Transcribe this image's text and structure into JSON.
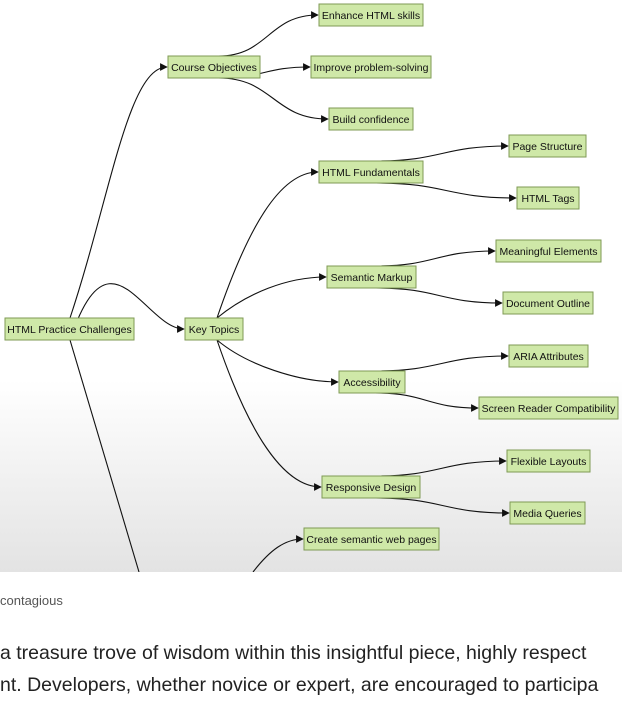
{
  "diagram": {
    "nodes": [
      {
        "id": "root",
        "label": "HTML Practice Challenges"
      },
      {
        "id": "obj",
        "label": "Course Objectives"
      },
      {
        "id": "obj1",
        "label": "Enhance HTML skills"
      },
      {
        "id": "obj2",
        "label": "Improve problem-solving"
      },
      {
        "id": "obj3",
        "label": "Build confidence"
      },
      {
        "id": "topics",
        "label": "Key Topics"
      },
      {
        "id": "fund",
        "label": "HTML Fundamentals"
      },
      {
        "id": "fund1",
        "label": "Page Structure"
      },
      {
        "id": "fund2",
        "label": "HTML Tags"
      },
      {
        "id": "sem",
        "label": "Semantic Markup"
      },
      {
        "id": "sem1",
        "label": "Meaningful Elements"
      },
      {
        "id": "sem2",
        "label": "Document Outline"
      },
      {
        "id": "acc",
        "label": "Accessibility"
      },
      {
        "id": "acc1",
        "label": "ARIA Attributes"
      },
      {
        "id": "acc2",
        "label": "Screen Reader Compatibility"
      },
      {
        "id": "resp",
        "label": "Responsive Design"
      },
      {
        "id": "resp1",
        "label": "Flexible Layouts"
      },
      {
        "id": "resp2",
        "label": "Media Queries"
      },
      {
        "id": "out1",
        "label": "Create semantic web pages"
      }
    ],
    "edges": [
      [
        "root",
        "obj"
      ],
      [
        "root",
        "topics"
      ],
      [
        "root",
        "out1"
      ],
      [
        "obj",
        "obj1"
      ],
      [
        "obj",
        "obj2"
      ],
      [
        "obj",
        "obj3"
      ],
      [
        "topics",
        "fund"
      ],
      [
        "topics",
        "sem"
      ],
      [
        "topics",
        "acc"
      ],
      [
        "topics",
        "resp"
      ],
      [
        "fund",
        "fund1"
      ],
      [
        "fund",
        "fund2"
      ],
      [
        "sem",
        "sem1"
      ],
      [
        "sem",
        "sem2"
      ],
      [
        "acc",
        "acc1"
      ],
      [
        "acc",
        "acc2"
      ],
      [
        "resp",
        "resp1"
      ],
      [
        "resp",
        "resp2"
      ]
    ]
  },
  "caption": " contagious",
  "body": {
    "line1": "a treasure trove of wisdom within this insightful piece, highly respect",
    "line2": "nt. Developers, whether novice or expert, are encouraged to participa"
  }
}
